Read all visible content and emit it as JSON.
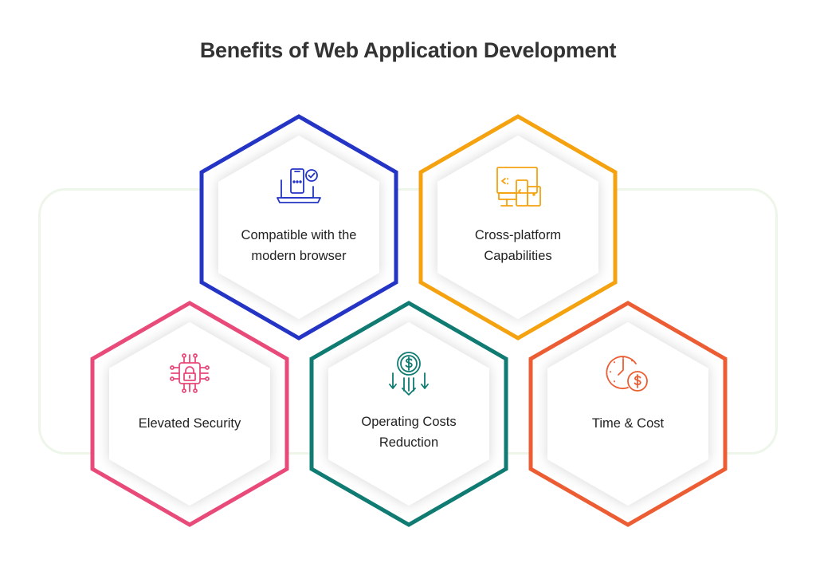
{
  "title": "Benefits of Web Application Development",
  "items": [
    {
      "id": "compatible",
      "label_lines": [
        "Compatible with the",
        "modern browser"
      ],
      "color": "#2434c4",
      "icon": "laptop-phone-check-icon"
    },
    {
      "id": "cross-platform",
      "label_lines": [
        "Cross-platform",
        "Capabilities"
      ],
      "color": "#f4a210",
      "icon": "devices-icon"
    },
    {
      "id": "security",
      "label_lines": [
        "Elevated Security"
      ],
      "color": "#e84a7a",
      "icon": "circuit-lock-icon"
    },
    {
      "id": "operating",
      "label_lines": [
        "Operating Costs",
        "Reduction"
      ],
      "color": "#0f7b72",
      "icon": "coin-down-arrows-icon"
    },
    {
      "id": "time-cost",
      "label_lines": [
        "Time & Cost"
      ],
      "color": "#ec5d33",
      "icon": "clock-dollar-icon"
    }
  ]
}
